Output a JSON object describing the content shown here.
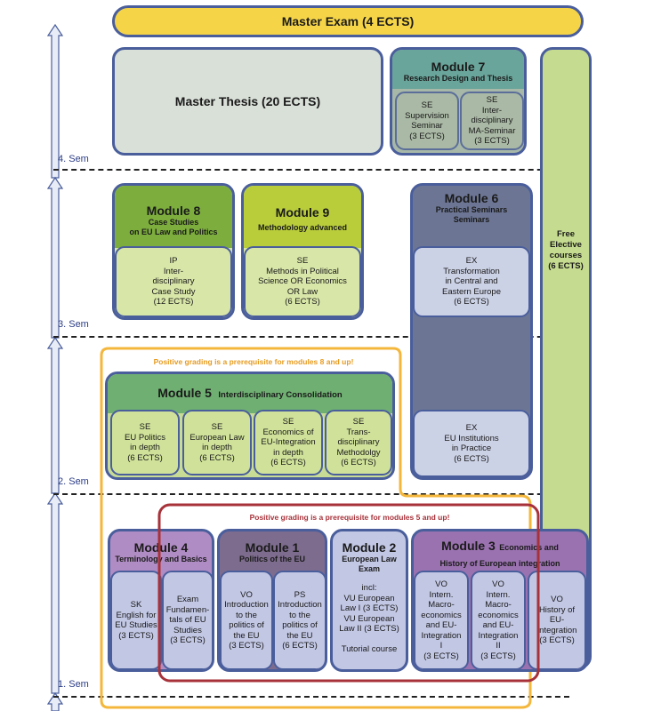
{
  "master_exam": "Master Exam (4 ECTS)",
  "master_thesis": "Master Thesis (20 ECTS)",
  "free_elective": "Free\nElective\ncourses\n(6 ECTS)",
  "semesters": [
    "4. Sem",
    "3. Sem",
    "2. Sem",
    "1. Sem"
  ],
  "notes": {
    "orange": "Positive grading is a prerequisite for modules 8 and up!",
    "red": "Positive grading is a prerequisite for modules 5 and up!"
  },
  "modules": {
    "m7": {
      "title": "Module 7",
      "sub": "Research Design and Thesis",
      "courses": [
        "SE\nSupervision\nSeminar\n(3 ECTS)",
        "SE\nInter-\ndisciplinary\nMA-Seminar\n(3 ECTS)"
      ]
    },
    "m8": {
      "title": "Module 8",
      "sub": "Case Studies\non EU Law and Politics",
      "courses": [
        "IP\nInter-\ndisciplinary\nCase Study\n(12 ECTS)"
      ]
    },
    "m9": {
      "title": "Module 9",
      "sub": "Methodology advanced",
      "courses": [
        "SE\nMethods in Political\nScience OR Economics\nOR Law\n(6 ECTS)"
      ]
    },
    "m6": {
      "title": "Module 6",
      "sub": "Practical Seminars\nSeminars",
      "courses": [
        "EX\nTransformation\nin Central and\nEastern Europe\n(6 ECTS)",
        "EX\nEU Institutions\nin Practice\n(6 ECTS)"
      ]
    },
    "m5": {
      "title": "Module 5",
      "sub": "Interdisciplinary Consolidation",
      "courses": [
        "SE\nEU Politics\nin depth\n(6 ECTS)",
        "SE\nEuropean Law\nin depth\n(6 ECTS)",
        "SE\nEconomics of\nEU-Integration\nin depth\n(6 ECTS)",
        "SE\nTrans-\ndisciplinary\nMethodolgy\n(6 ECTS)"
      ]
    },
    "m4": {
      "title": "Module 4",
      "sub": "Terminology and Basics",
      "courses": [
        "SK\nEnglish for\nEU Studies\n(3 ECTS)",
        "Exam\nFundamen-\ntals of EU\nStudies\n(3 ECTS)"
      ]
    },
    "m1": {
      "title": "Module 1",
      "sub": "Politics of the EU",
      "courses": [
        "VO\nIntroduction\nto the\npolitics of\nthe EU\n(3 ECTS)",
        "PS\nIntroduction\nto the\npolitics of\nthe EU\n(6 ECTS)"
      ]
    },
    "m2": {
      "title": "Module 2",
      "sub": "European Law\nExam",
      "courses": [
        "incl:\nVU European\nLaw I (3 ECTS)\nVU European\nLaw II (3 ECTS)\n\nTutorial course"
      ]
    },
    "m3": {
      "title": "Module 3",
      "sub": "Economics and\nHistory of European integration",
      "courses": [
        "VO\nIntern.\nMacro-\neconomics\nand EU-\nIntegration\nI\n(3 ECTS)",
        "VO\nIntern.\nMacro-\neconomics\nand EU-\nIntegration\nII\n(3 ECTS)",
        "VO\nHistory of\nEU-\nIntegration\n(3 ECTS)"
      ]
    }
  }
}
